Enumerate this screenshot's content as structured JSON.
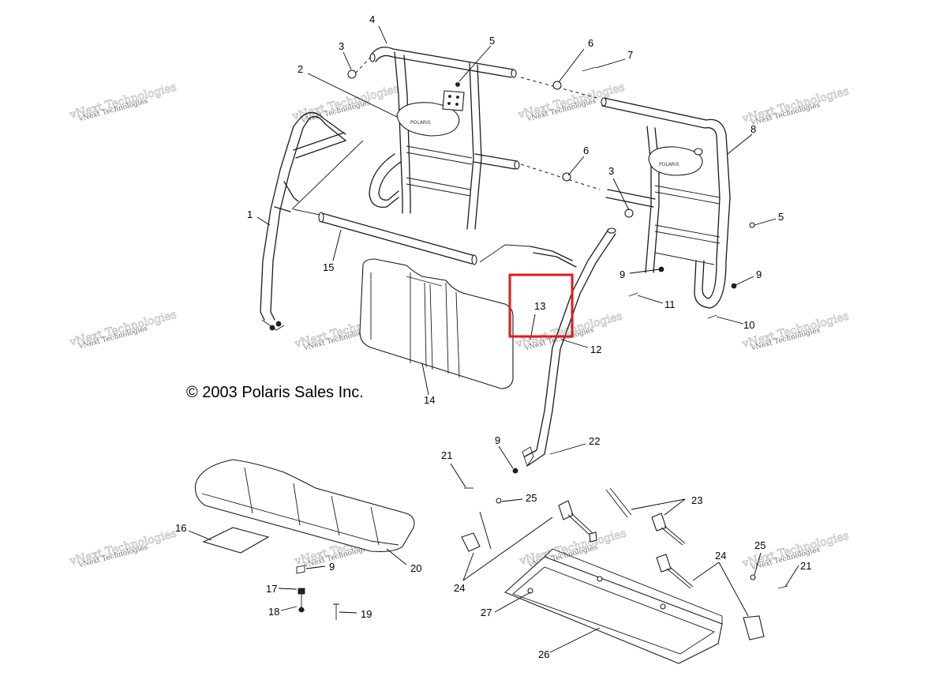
{
  "diagram": {
    "copyright": "© 2003 Polaris Sales Inc.",
    "watermark_line1": "vNext Technologies",
    "watermark_line2": "vNext Technologies",
    "highlight_color": "#e01b1b",
    "callouts": {
      "c1": "1",
      "c2": "2",
      "c3a": "3",
      "c3b": "3",
      "c4": "4",
      "c5a": "5",
      "c5b": "5",
      "c6a": "6",
      "c6b": "6",
      "c7": "7",
      "c8": "8",
      "c9a": "9",
      "c9b": "9",
      "c9c": "9",
      "c9d": "9",
      "c10": "10",
      "c11": "11",
      "c12": "12",
      "c13": "13",
      "c14": "14",
      "c15": "15",
      "c16": "16",
      "c17": "17",
      "c18": "18",
      "c19": "19",
      "c20": "20",
      "c21a": "21",
      "c21b": "21",
      "c22": "22",
      "c23": "23",
      "c24a": "24",
      "c24b": "24",
      "c25a": "25",
      "c25b": "25",
      "c26": "26",
      "c27": "27"
    }
  }
}
